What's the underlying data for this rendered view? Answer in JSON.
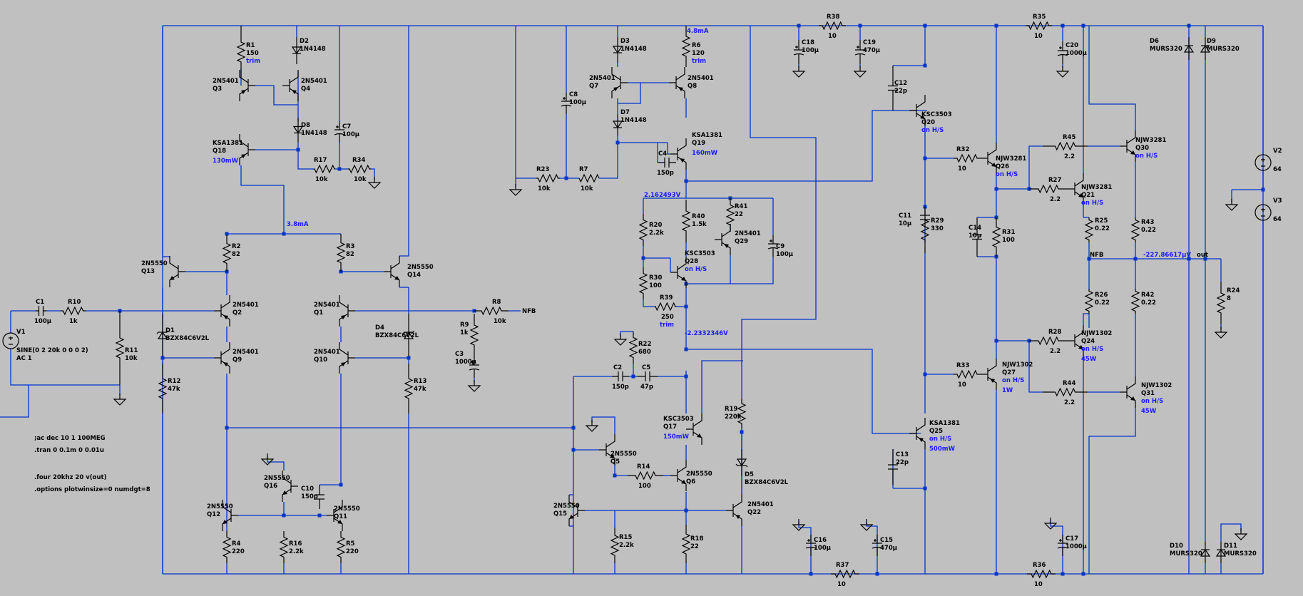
{
  "resistors": [
    {
      "n": "R1",
      "v": "150",
      "v2": "trim"
    },
    {
      "n": "R2",
      "v": "82"
    },
    {
      "n": "R3",
      "v": "82"
    },
    {
      "n": "R4",
      "v": "220"
    },
    {
      "n": "R5",
      "v": "220"
    },
    {
      "n": "R6",
      "v": "120",
      "v2": "trim"
    },
    {
      "n": "R7",
      "v": "10k"
    },
    {
      "n": "R8",
      "v": "10k"
    },
    {
      "n": "R9",
      "v": "1k"
    },
    {
      "n": "R10",
      "v": "1k"
    },
    {
      "n": "R11",
      "v": "10k"
    },
    {
      "n": "R12",
      "v": "47k"
    },
    {
      "n": "R13",
      "v": "47k"
    },
    {
      "n": "R14",
      "v": "100"
    },
    {
      "n": "R15",
      "v": "2.2k"
    },
    {
      "n": "R16",
      "v": "2.2k"
    },
    {
      "n": "R17",
      "v": "10k"
    },
    {
      "n": "R18",
      "v": "22"
    },
    {
      "n": "R19",
      "v": "220k"
    },
    {
      "n": "R20",
      "v": "2.2k"
    },
    {
      "n": "R22",
      "v": "680"
    },
    {
      "n": "R23",
      "v": "10k"
    },
    {
      "n": "R24",
      "v": "8"
    },
    {
      "n": "R25",
      "v": "0.22"
    },
    {
      "n": "R26",
      "v": "0.22"
    },
    {
      "n": "R27",
      "v": "2.2"
    },
    {
      "n": "R28",
      "v": "2.2"
    },
    {
      "n": "R29",
      "v": "330"
    },
    {
      "n": "R30",
      "v": "100"
    },
    {
      "n": "R31",
      "v": "100"
    },
    {
      "n": "R32",
      "v": "10"
    },
    {
      "n": "R33",
      "v": "10"
    },
    {
      "n": "R34",
      "v": "10k"
    },
    {
      "n": "R35",
      "v": "10"
    },
    {
      "n": "R36",
      "v": "10"
    },
    {
      "n": "R37",
      "v": "10"
    },
    {
      "n": "R38",
      "v": "10"
    },
    {
      "n": "R39",
      "v": "250",
      "v2": "trim"
    },
    {
      "n": "R40",
      "v": "1.5k"
    },
    {
      "n": "R41",
      "v": "22"
    },
    {
      "n": "R42",
      "v": "0.22"
    },
    {
      "n": "R43",
      "v": "0.22"
    },
    {
      "n": "R44",
      "v": "2.2"
    },
    {
      "n": "R45",
      "v": "2.2"
    }
  ],
  "capacitors": [
    {
      "n": "C1",
      "v": "100µ"
    },
    {
      "n": "C2",
      "v": "150p"
    },
    {
      "n": "C3",
      "v": "1000µ"
    },
    {
      "n": "C4",
      "v": "150p"
    },
    {
      "n": "C5",
      "v": "47p"
    },
    {
      "n": "C7",
      "v": "100µ"
    },
    {
      "n": "C8",
      "v": "100µ"
    },
    {
      "n": "C9",
      "v": "100µ"
    },
    {
      "n": "C10",
      "v": "150p"
    },
    {
      "n": "C11",
      "v": "10µ"
    },
    {
      "n": "C12",
      "v": "22p"
    },
    {
      "n": "C13",
      "v": "22p"
    },
    {
      "n": "C14",
      "v": "10µ"
    },
    {
      "n": "C15",
      "v": "470µ"
    },
    {
      "n": "C16",
      "v": "100µ"
    },
    {
      "n": "C17",
      "v": "1000µ"
    },
    {
      "n": "C18",
      "v": "100µ"
    },
    {
      "n": "C19",
      "v": "470µ"
    },
    {
      "n": "C20",
      "v": "1000µ"
    }
  ],
  "transistors": [
    {
      "n": "Q1",
      "m": "2N5401"
    },
    {
      "n": "Q2",
      "m": "2N5401"
    },
    {
      "n": "Q3",
      "m": "2N5401"
    },
    {
      "n": "Q4",
      "m": "2N5401"
    },
    {
      "n": "Q5",
      "m": "2N5550"
    },
    {
      "n": "Q6",
      "m": "2N5550"
    },
    {
      "n": "Q7",
      "m": "2N5401"
    },
    {
      "n": "Q8",
      "m": "2N5401"
    },
    {
      "n": "Q9",
      "m": "2N5401"
    },
    {
      "n": "Q10",
      "m": "2N5401"
    },
    {
      "n": "Q11",
      "m": "2N5550"
    },
    {
      "n": "Q12",
      "m": "2N5550"
    },
    {
      "n": "Q13",
      "m": "2N5550"
    },
    {
      "n": "Q14",
      "m": "2N5550"
    },
    {
      "n": "Q15",
      "m": "2N5550"
    },
    {
      "n": "Q16",
      "m": "2N5550"
    },
    {
      "n": "Q17",
      "m": "KSC3503",
      "p": "150mW"
    },
    {
      "n": "Q18",
      "m": "KSA1381",
      "p": "130mW"
    },
    {
      "n": "Q19",
      "m": "KSA1381",
      "p": "160mW"
    },
    {
      "n": "Q20",
      "m": "KSC3503",
      "s": "on H/S"
    },
    {
      "n": "Q21",
      "m": "NJW3281",
      "s": "on H/S"
    },
    {
      "n": "Q22",
      "m": "2N5401"
    },
    {
      "n": "Q24",
      "m": "NJW1302",
      "s": "on H/S",
      "p": "45W"
    },
    {
      "n": "Q25",
      "m": "KSA1381",
      "s": "on H/S",
      "p": "500mW"
    },
    {
      "n": "Q26",
      "m": "NJW3281",
      "s": "on H/S"
    },
    {
      "n": "Q27",
      "m": "NJW1302",
      "s": "on H/S",
      "p": "1W"
    },
    {
      "n": "Q28",
      "m": "KSC3503",
      "s": "on H/S"
    },
    {
      "n": "Q29",
      "m": "2N5401"
    },
    {
      "n": "Q30",
      "m": "NJW3281",
      "s": "on H/S"
    },
    {
      "n": "Q31",
      "m": "NJW1302",
      "s": "on H/S",
      "p": "45W"
    }
  ],
  "diodes": [
    {
      "n": "D1",
      "m": "BZX84C6V2L"
    },
    {
      "n": "D2",
      "m": "1N4148"
    },
    {
      "n": "D3",
      "m": "1N4148"
    },
    {
      "n": "D4",
      "m": "BZX84C6V2L"
    },
    {
      "n": "D5",
      "m": "BZX84C6V2L"
    },
    {
      "n": "D6",
      "m": "MURS320"
    },
    {
      "n": "D7",
      "m": "1N4148"
    },
    {
      "n": "D8",
      "m": "1N4148"
    },
    {
      "n": "D9",
      "m": "MURS320"
    },
    {
      "n": "D10",
      "m": "MURS320"
    },
    {
      "n": "D11",
      "m": "MURS320"
    }
  ],
  "sources": [
    {
      "n": "V1",
      "v": "SINE(0 2 20k 0 0 0 2)",
      "v2": "AC 1"
    },
    {
      "n": "V2",
      "v": "64"
    },
    {
      "n": "V3",
      "v": "64"
    }
  ],
  "nets": {
    "nfb_in": "NFB",
    "nfb_out": "NFB",
    "out": "out"
  },
  "annotations": {
    "i_vas": "4.8mA",
    "i_ltp": "3.8mA",
    "v_bias": "2.162493V",
    "v_mid": "-2.2332346V",
    "v_out": "-227.86617µV"
  },
  "directives": [
    ";ac dec 10 1 100MEG",
    ".tran 0 0.1m 0 0.01u",
    ".four 20khz 20 v(out)",
    ".options plotwinsize=0 numdgt=8"
  ]
}
